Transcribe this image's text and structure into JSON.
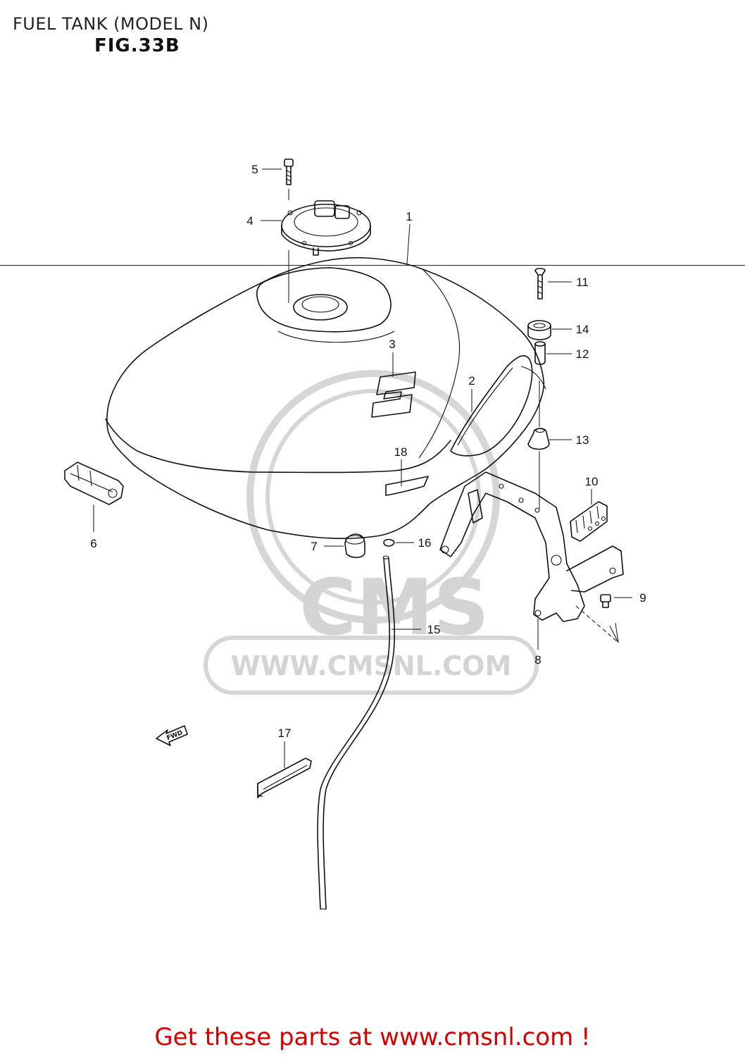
{
  "header": {
    "title": "FUEL TANK (MODEL N)",
    "figure": "FIG.33B"
  },
  "watermark": {
    "brand": "CMS",
    "url": "WWW.CMSNL.COM"
  },
  "direction_label": "FWD",
  "callouts": [
    "1",
    "2",
    "3",
    "4",
    "5",
    "6",
    "7",
    "8",
    "9",
    "10",
    "11",
    "12",
    "13",
    "14",
    "15",
    "16",
    "17",
    "18"
  ],
  "footer": {
    "text": "Get these parts at www.cmsnl.com !",
    "color": "#d40000"
  }
}
